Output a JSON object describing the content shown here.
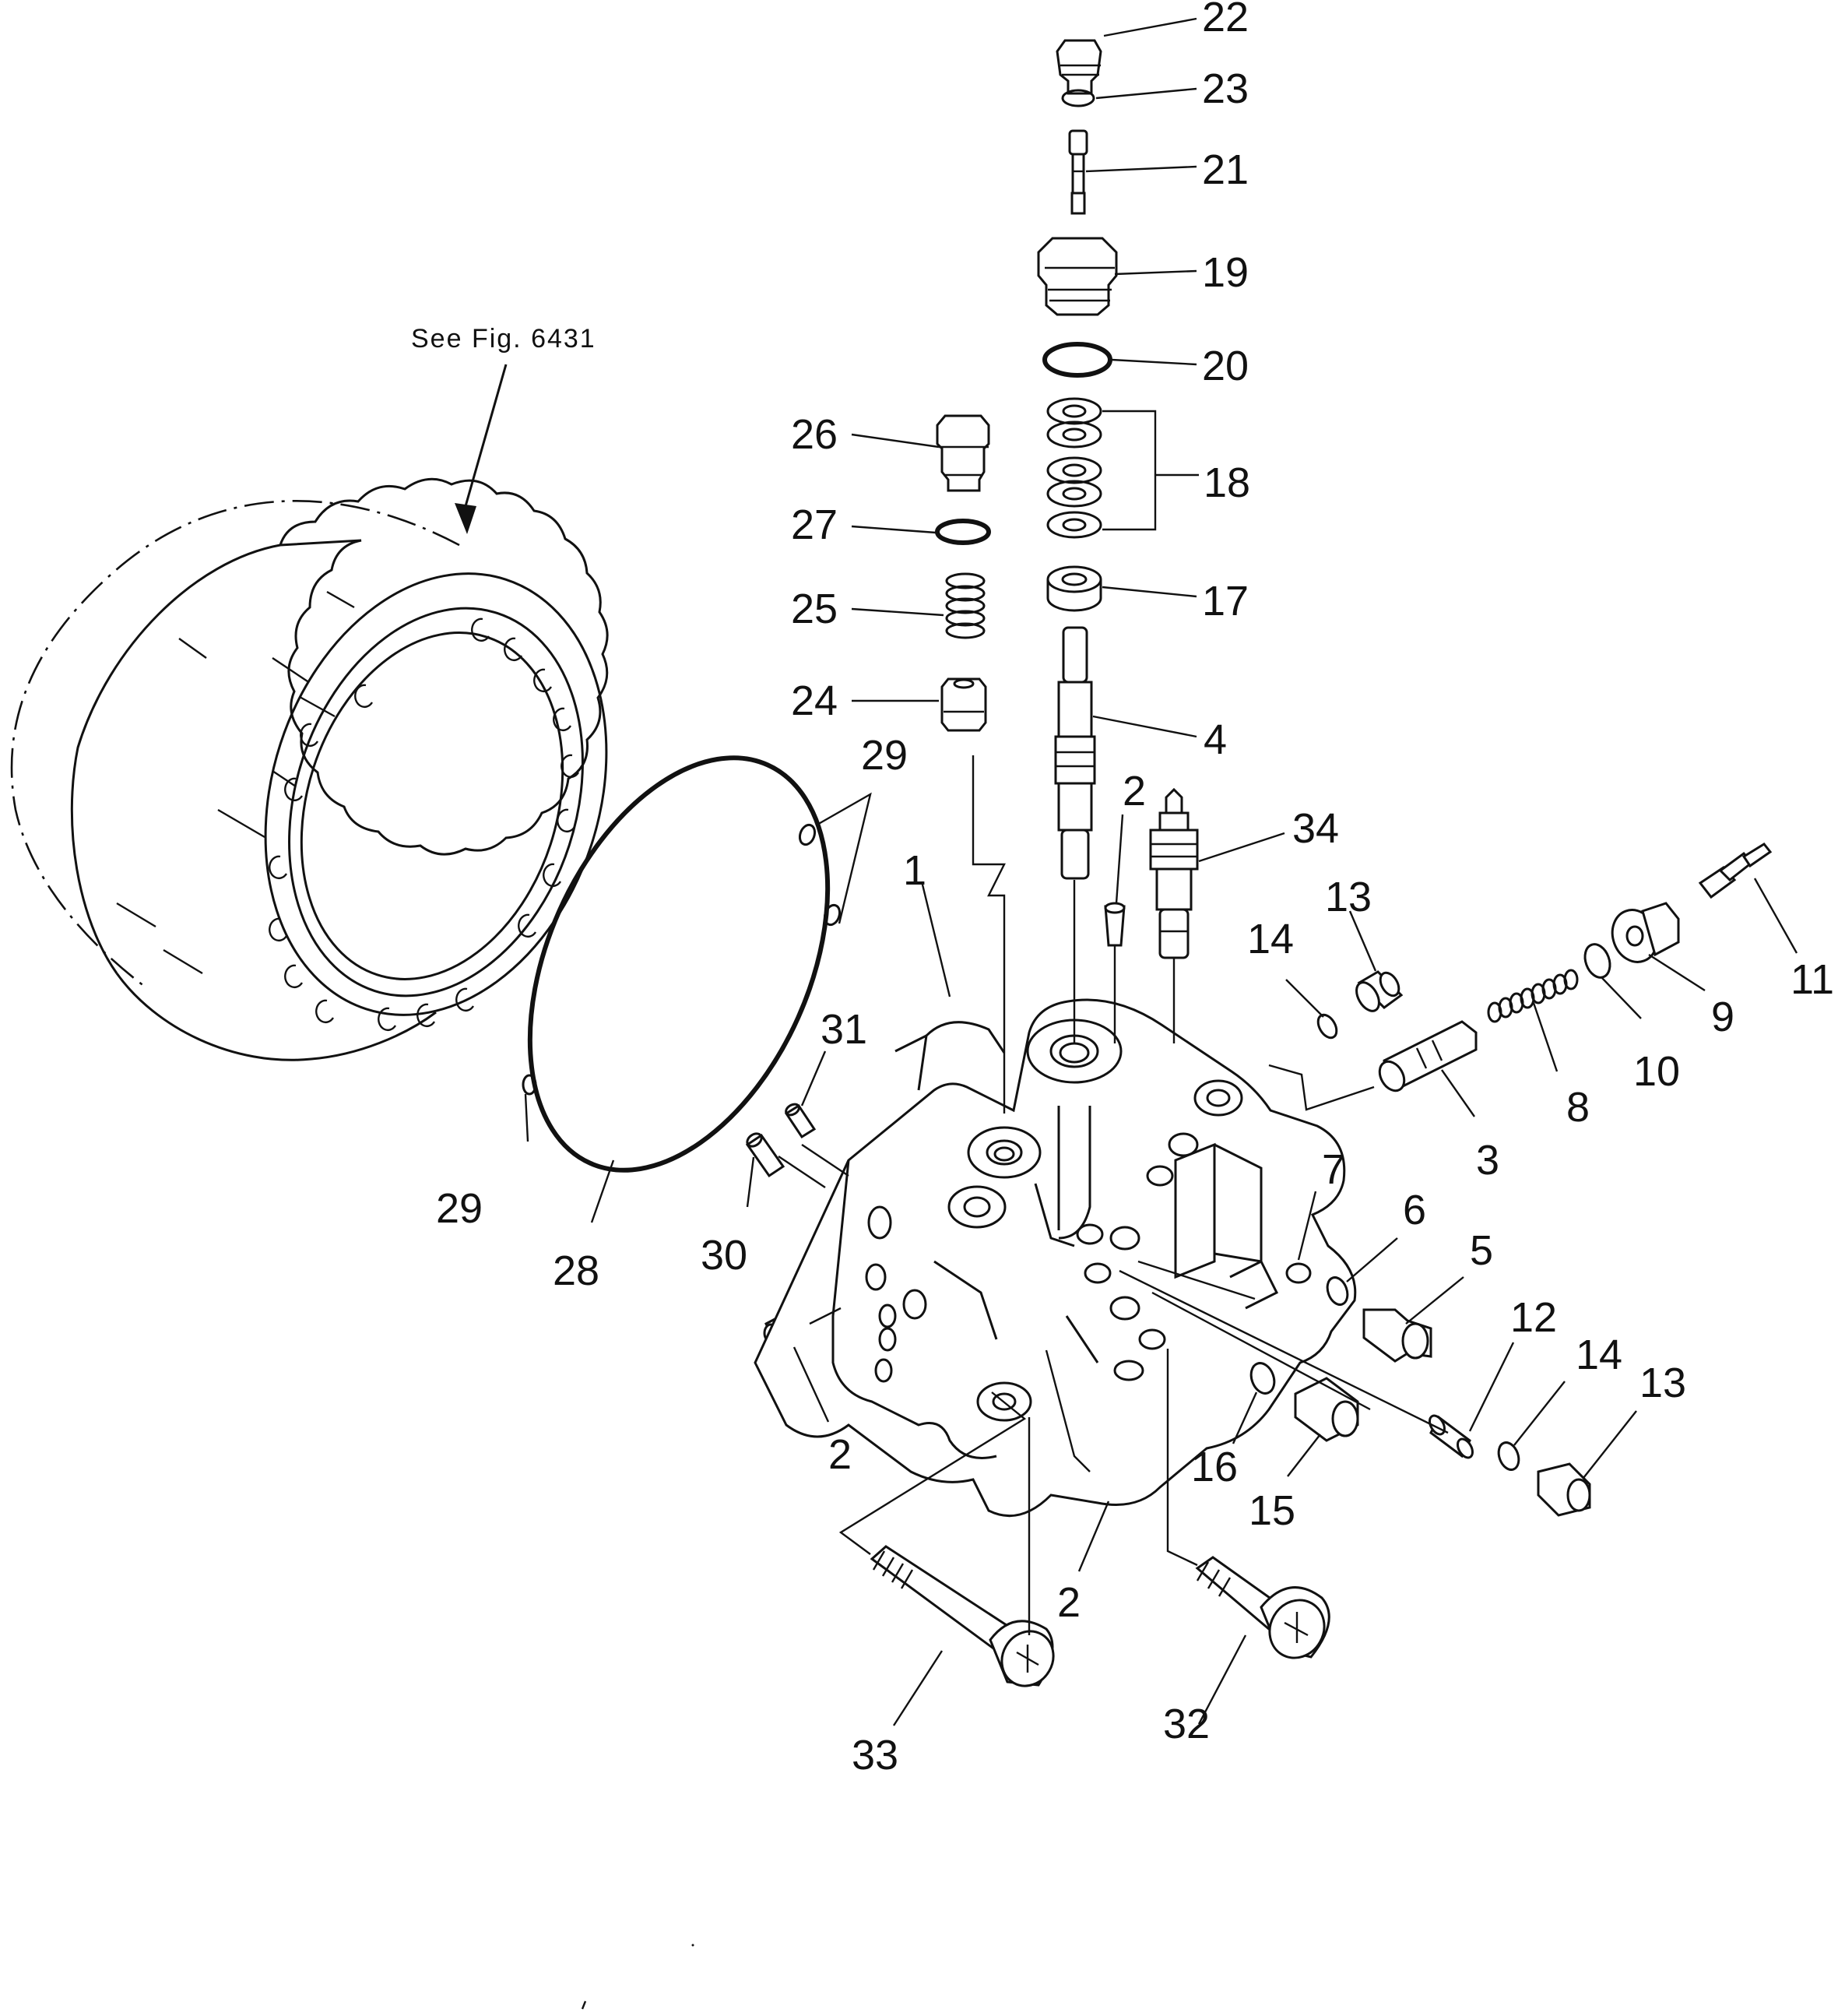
{
  "diagram": {
    "reference_note": "See  Fig.  6431",
    "callouts": [
      {
        "id": "c22",
        "text": "22"
      },
      {
        "id": "c23",
        "text": "23"
      },
      {
        "id": "c21",
        "text": "21"
      },
      {
        "id": "c19",
        "text": "19"
      },
      {
        "id": "c20",
        "text": "20"
      },
      {
        "id": "c18",
        "text": "18"
      },
      {
        "id": "c17",
        "text": "17"
      },
      {
        "id": "c4",
        "text": "4"
      },
      {
        "id": "c26",
        "text": "26"
      },
      {
        "id": "c27",
        "text": "27"
      },
      {
        "id": "c25",
        "text": "25"
      },
      {
        "id": "c24",
        "text": "24"
      },
      {
        "id": "c29a",
        "text": "29"
      },
      {
        "id": "c2a",
        "text": "2"
      },
      {
        "id": "c34",
        "text": "34"
      },
      {
        "id": "c1",
        "text": "1"
      },
      {
        "id": "c13a",
        "text": "13"
      },
      {
        "id": "c14a",
        "text": "14"
      },
      {
        "id": "c11",
        "text": "11"
      },
      {
        "id": "c9",
        "text": "9"
      },
      {
        "id": "c10",
        "text": "10"
      },
      {
        "id": "c8",
        "text": "8"
      },
      {
        "id": "c3",
        "text": "3"
      },
      {
        "id": "c31",
        "text": "31"
      },
      {
        "id": "c29b",
        "text": "29"
      },
      {
        "id": "c28",
        "text": "28"
      },
      {
        "id": "c30",
        "text": "30"
      },
      {
        "id": "c7",
        "text": "7"
      },
      {
        "id": "c6",
        "text": "6"
      },
      {
        "id": "c5",
        "text": "5"
      },
      {
        "id": "c12",
        "text": "12"
      },
      {
        "id": "c14b",
        "text": "14"
      },
      {
        "id": "c13b",
        "text": "13"
      },
      {
        "id": "c2b",
        "text": "2"
      },
      {
        "id": "c16",
        "text": "16"
      },
      {
        "id": "c15",
        "text": "15"
      },
      {
        "id": "c2c",
        "text": "2"
      },
      {
        "id": "c33",
        "text": "33"
      },
      {
        "id": "c32",
        "text": "32"
      }
    ]
  }
}
